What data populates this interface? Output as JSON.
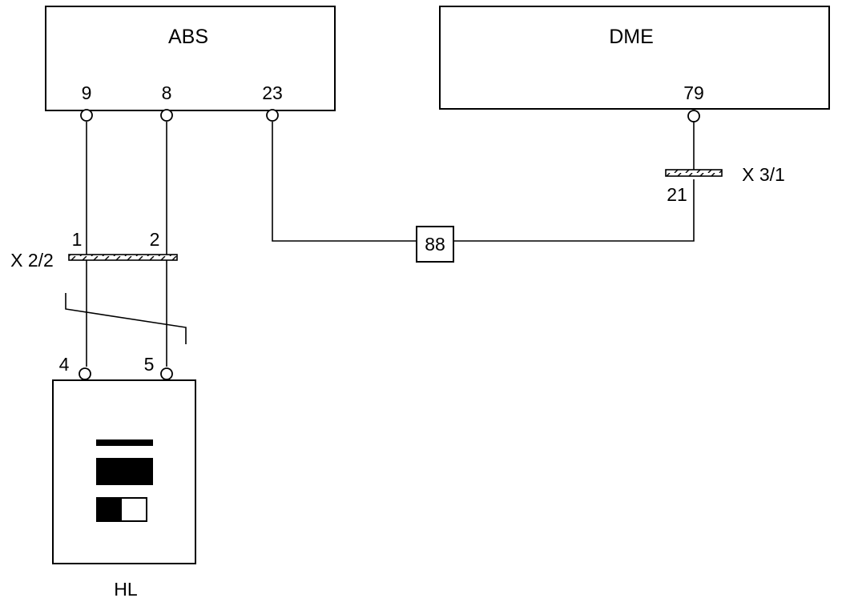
{
  "modules": {
    "abs": {
      "name": "ABS",
      "pins": [
        "9",
        "8",
        "23"
      ]
    },
    "dme": {
      "name": "DME",
      "pins": [
        "79"
      ]
    },
    "hl": {
      "name": "HL",
      "pins": [
        "4",
        "5"
      ]
    }
  },
  "connectors": {
    "x22": {
      "name": "X 2/2",
      "pins": [
        "1",
        "2"
      ]
    },
    "x31": {
      "name": "X 3/1",
      "pins": [
        "21"
      ]
    }
  },
  "junction": {
    "label": "88"
  }
}
